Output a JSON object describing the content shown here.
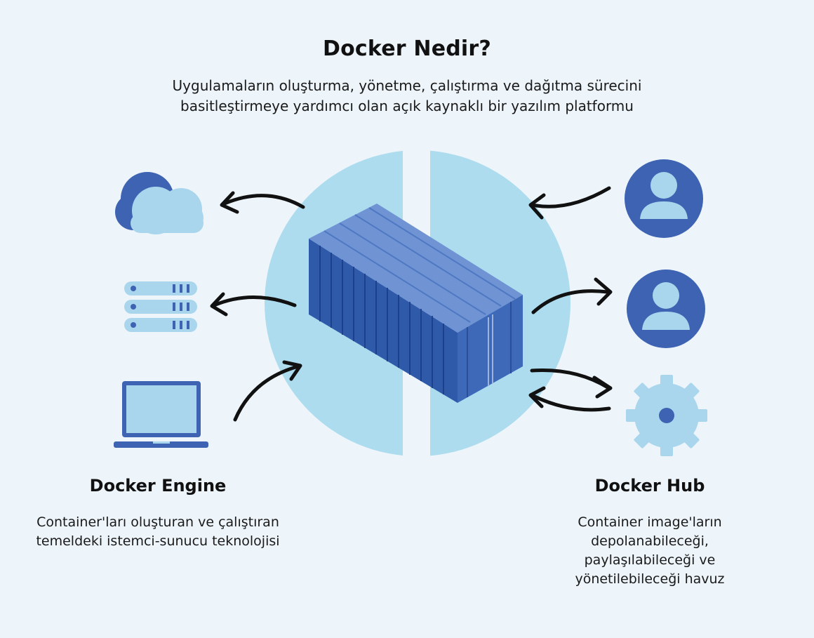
{
  "header": {
    "title": "Docker Nedir?",
    "subtitle": "Uygulamaların oluşturma, yönetme, çalıştırma ve dağıtma sürecini basitleştirmeye yardımcı olan açık kaynaklı bir yazılım platformu"
  },
  "engine": {
    "title": "Docker Engine",
    "description": "Container'ları oluşturan ve çalıştıran temeldeki istemci-sunucu teknolojisi"
  },
  "hub": {
    "title": "Docker Hub",
    "description": "Container image'ların depolanabileceği, paylaşılabileceği ve yönetilebileceği havuz"
  },
  "icons": {
    "left": [
      "cloud-icon",
      "server-icon",
      "laptop-icon"
    ],
    "center": "shipping-container-icon",
    "right": [
      "user-icon",
      "user-icon",
      "gear-icon"
    ]
  },
  "colors": {
    "background": "#edf5fb",
    "circle": "#addcef",
    "icon_light": "#a9d6ed",
    "icon_dark": "#3d63b2",
    "container": "#2f5aaa",
    "arrow": "#111111"
  }
}
